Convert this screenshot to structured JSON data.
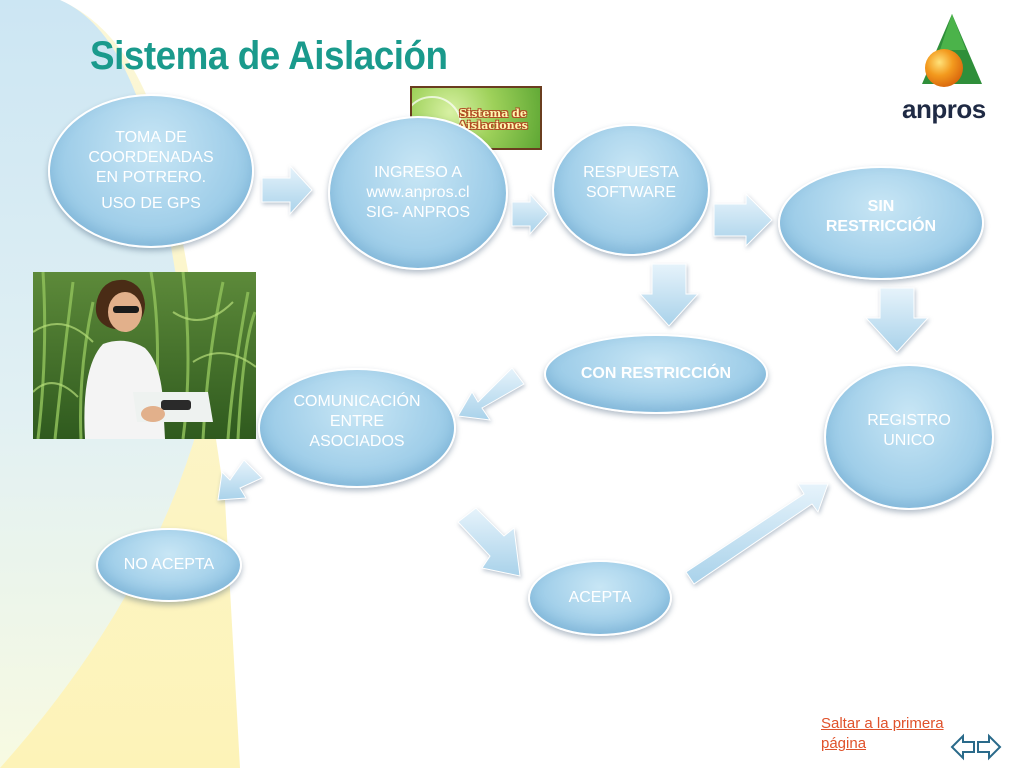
{
  "title": "Sistema de Aislación",
  "badge": {
    "line1": "Sistema de",
    "line2": "Aislaciones"
  },
  "logo": {
    "text": "anpros"
  },
  "nodes": {
    "toma": {
      "lines": [
        "TOMA DE",
        "COORDENADAS",
        "EN POTRERO."
      ],
      "extra": "USO DE GPS"
    },
    "ingreso": {
      "lines": [
        "INGRESO  A",
        "www.anpros.cl",
        "SIG- ANPROS"
      ]
    },
    "respuesta": {
      "lines": [
        "RESPUESTA",
        "SOFTWARE"
      ]
    },
    "sin_restriccion": {
      "lines": [
        "SIN",
        "RESTRICCIÓN"
      ]
    },
    "con_restriccion": {
      "lines": [
        "CON RESTRICCIÓN"
      ]
    },
    "comunicacion": {
      "lines": [
        "COMUNICACIÓN",
        "ENTRE",
        "ASOCIADOS"
      ]
    },
    "registro": {
      "lines": [
        "REGISTRO",
        "UNICO"
      ]
    },
    "no_acepta": {
      "lines": [
        "NO ACEPTA"
      ]
    },
    "acepta": {
      "lines": [
        "ACEPTA"
      ]
    }
  },
  "link": {
    "line1": "Saltar a la primera",
    "line2": "página"
  },
  "colors": {
    "title": "#1a9a8c",
    "node_fill": "#a3d0ea",
    "link": "#e0522b",
    "bg_blue": "#cfe8f7",
    "bg_yellow": "#fbf6cf"
  },
  "icons": [
    "corn-field-photo",
    "anpros-logo-icon",
    "nav-arrows-icon"
  ]
}
